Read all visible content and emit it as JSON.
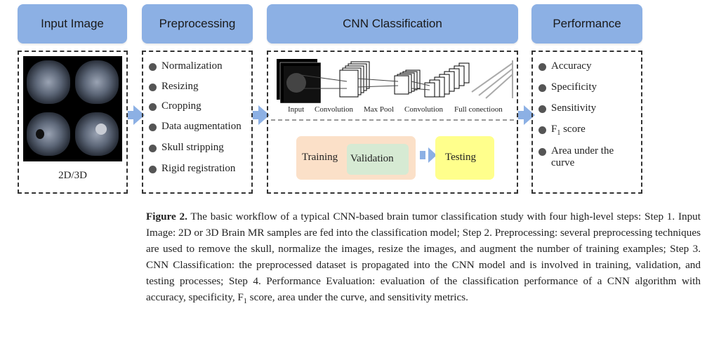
{
  "headers": {
    "input": "Input Image",
    "preprocessing": "Preprocessing",
    "cnn": "CNN Classification",
    "performance": "Performance"
  },
  "input": {
    "label": "2D/3D"
  },
  "preprocessing": {
    "items": [
      "Normalization",
      "Resizing",
      "Cropping",
      "Data augmentation",
      "Skull stripping",
      "Rigid registration"
    ]
  },
  "cnn": {
    "layers": [
      "Input",
      "Convolution",
      "Max Pool",
      "Convolution",
      "Full conectioon"
    ],
    "training": "Training",
    "validation": "Validation",
    "testing": "Testing"
  },
  "performance": {
    "accuracy": "Accuracy",
    "specificity": "Specificity",
    "sensitivity": "Sensitivity",
    "f1_prefix": "F",
    "f1_sub": "1",
    "f1_suffix": " score",
    "auc_line1": "Area under the",
    "auc_line2": "curve"
  },
  "caption": {
    "figure_label": "Figure 2.",
    "text_part1": " The basic workflow of a typical CNN-based brain tumor classification study with four high-level steps: Step 1. Input Image: 2D or 3D Brain MR samples are fed into the classification model; Step 2. Preprocessing: several preprocessing techniques are used to remove the skull, normalize the images, resize the images, and augment the number of training examples; Step 3. CNN Classification: the preprocessed dataset is propagated into the CNN model and is involved in training, validation, and testing processes; Step 4. Performance Evaluation: evaluation of the classification performance of a CNN algorithm with accuracy, specificity, F",
    "f1_sub": "1",
    "text_part2": " score, area under the curve, and sensitivity metrics."
  },
  "colors": {
    "header_blue": "#8cb0e4",
    "training_bg": "#fbe0c8",
    "validation_bg": "#d6ead3",
    "testing_bg": "#ffff8c"
  }
}
